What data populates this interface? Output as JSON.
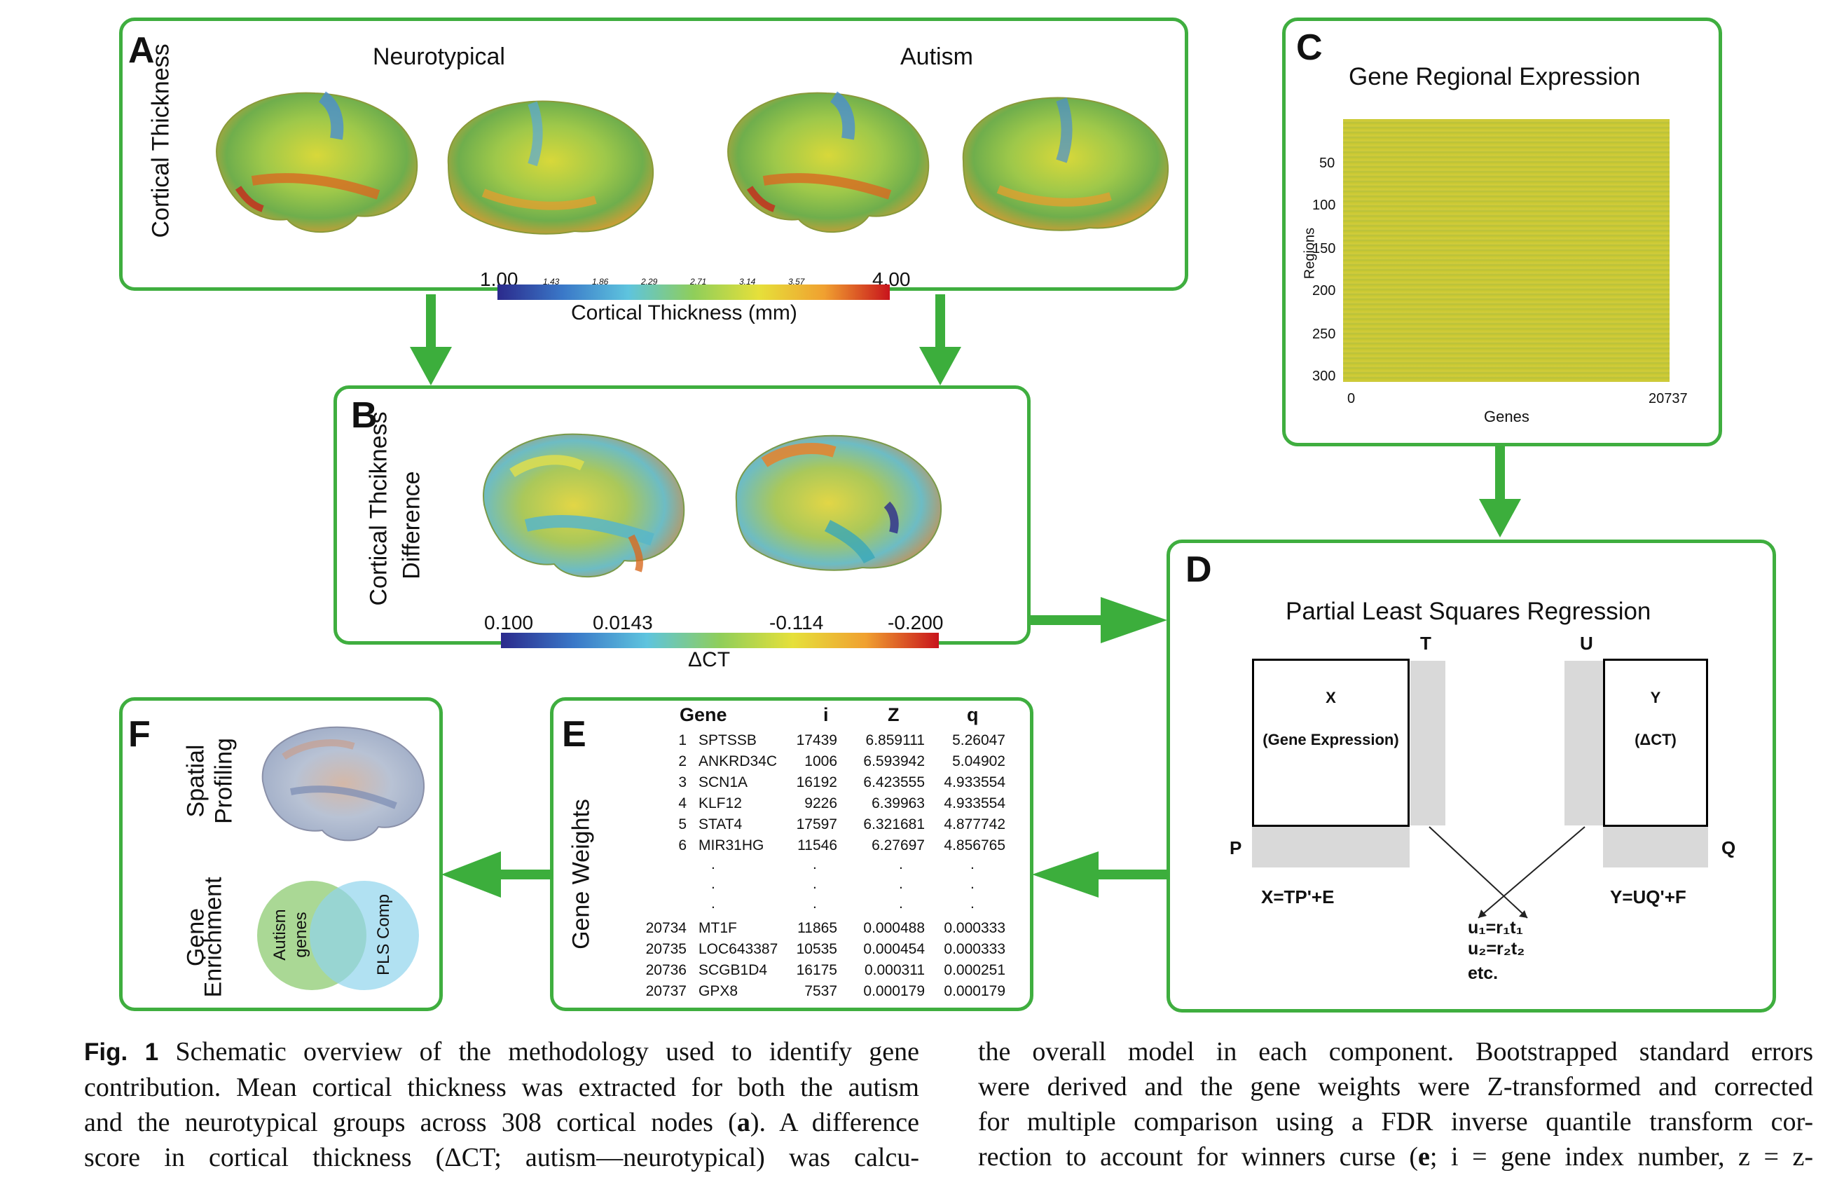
{
  "panelA": {
    "label": "A",
    "ylabel": "Cortical Thickness",
    "group1": "Neurotypical",
    "group2": "Autism",
    "cb_min": "1.00",
    "cb_ticks": [
      "1.43",
      "1.86",
      "2.29",
      "2.71",
      "3.14",
      "3.57"
    ],
    "cb_max": "4.00",
    "cb_title": "Cortical Thickness (mm)"
  },
  "panelB": {
    "label": "B",
    "ylabel1": "Cortical Thcikness",
    "ylabel2": "Difference",
    "ticks": [
      "0.100",
      "0.0143",
      "-0.114",
      "-0.200"
    ],
    "cb_title": "ΔCT"
  },
  "panelC": {
    "label": "C",
    "title": "Gene Regional Expression",
    "ylabel": "Regions",
    "xlabel": "Genes",
    "yticks": [
      "50",
      "100",
      "150",
      "200",
      "250",
      "300"
    ],
    "x_min": "0",
    "x_max": "20737"
  },
  "panelD": {
    "label": "D",
    "title": "Partial Least Squares Regression",
    "T": "T",
    "U": "U",
    "P": "P",
    "Q": "Q",
    "X_title": "X",
    "X_sub": "(Gene Expression)",
    "Y_title": "Y",
    "Y_sub": "(ΔCT)",
    "eq_x": "X=TP'+E",
    "eq_y": "Y=UQ'+F",
    "u1": "u₁=r₁t₁",
    "u2": "u₂=r₂t₂",
    "etc": "etc."
  },
  "panelE": {
    "label": "E",
    "ylabel": "Gene Weights",
    "headers": [
      "Gene",
      "i",
      "Z",
      "q"
    ],
    "rows_top": [
      [
        "1",
        "SPTSSB",
        "17439",
        "6.859111",
        "5.26047"
      ],
      [
        "2",
        "ANKRD34C",
        "1006",
        "6.593942",
        "5.04902"
      ],
      [
        "3",
        "SCN1A",
        "16192",
        "6.423555",
        "4.933554"
      ],
      [
        "4",
        "KLF12",
        "9226",
        "6.39963",
        "4.933554"
      ],
      [
        "5",
        "STAT4",
        "17597",
        "6.321681",
        "4.877742"
      ],
      [
        "6",
        "MIR31HG",
        "11546",
        "6.27697",
        "4.856765"
      ]
    ],
    "dot": ".",
    "rows_bottom": [
      [
        "20734",
        "MT1F",
        "11865",
        "0.000488",
        "0.000333"
      ],
      [
        "20735",
        "LOC643387",
        "10535",
        "0.000454",
        "0.000333"
      ],
      [
        "20736",
        "SCGB1D4",
        "16175",
        "0.000311",
        "0.000251"
      ],
      [
        "20737",
        "GPX8",
        "7537",
        "0.000179",
        "0.000179"
      ]
    ]
  },
  "panelF": {
    "label": "F",
    "spatial1": "Spatial",
    "spatial2": "Profiling",
    "gene1": "Gene",
    "gene2": "Enrichment",
    "autism1": "Autism",
    "autism2": "genes",
    "pls": "PLS Comp"
  },
  "caption": {
    "fig": "Fig. 1",
    "left_line1": "Schematic overview of the methodology used to identify gene",
    "left_line2": "contribution. Mean cortical thickness was extracted for both the autism",
    "left_line3a": "and the neurotypical groups across 308 cortical nodes (",
    "left_bold_a": "a",
    "left_line3b": "). A difference",
    "left_line4": "score in cortical thickness (ΔCT; autism—neurotypical) was calcu-",
    "right_line1": "the overall model in each component. Bootstrapped standard errors",
    "right_line2": "were derived and the gene weights were Z-transformed and corrected",
    "right_line3": "for multiple comparison using a FDR inverse quantile transform cor-",
    "right_line4a": "rection to account for winners curse (",
    "right_bold_e": "e",
    "right_line4b": "; i = gene index number, z = z-"
  },
  "colors": {
    "panel_border": "#3fae3f",
    "arrow": "#3cae3c",
    "heatmap": "#c8c832"
  }
}
